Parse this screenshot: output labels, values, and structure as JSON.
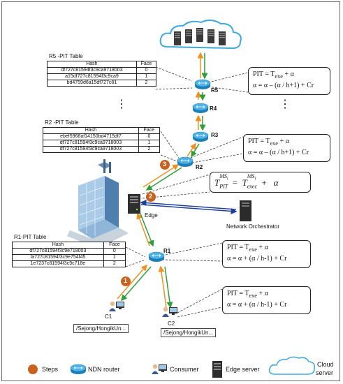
{
  "r5_table": {
    "title": "R5 -PIT Table",
    "headers": [
      "Hash",
      "Face"
    ],
    "rows": [
      [
        "df727c81594f3c9ca9718003",
        "0"
      ],
      [
        "a15df727c81594f3c9ca9",
        "1"
      ],
      [
        "bd4759d6a15df727c81",
        "2"
      ]
    ]
  },
  "r2_table": {
    "title": "R2 -PIT Table",
    "headers": [
      "Hash",
      "Face"
    ],
    "rows": [
      [
        "ebef5968af14150bd4715df7",
        "0"
      ],
      [
        "df727c81594f3c9ca9718003",
        "1"
      ],
      [
        "df727c81594f3c9ca9718003",
        "2"
      ]
    ]
  },
  "r1_table": {
    "title": "R1-PIT Table",
    "headers": [
      "Hash",
      "Face"
    ],
    "rows": [
      [
        "df727c81594f3c9e718003",
        "0"
      ],
      [
        "fa727c81594f3c9e754f45",
        "1"
      ],
      [
        "1e7237c81594f3c9c718e",
        "2"
      ]
    ]
  },
  "formulas": {
    "r5": {
      "line1": "PIT = T<sub>exe</sub> + α",
      "line2": "α = α – (α / h+1) + Cr"
    },
    "r2": {
      "line1": "PIT = T<sub>exe</sub> + α",
      "line2": "α = α – (α / h+1) + Cr"
    },
    "edge": {
      "lhs": "T",
      "lhs_sub": "PIT",
      "lhs_sup": "MS",
      "lhs_sup_sub": "i",
      "eq": "=",
      "rhs": "T",
      "rhs_sub": "exec",
      "rhs_sup": "MS",
      "rhs_sup_sub": "i",
      "plus": "+",
      "alpha": "α"
    },
    "r1": {
      "line1": "PIT = T<sub>exe</sub> + α",
      "line2": "α = α + (α / h-1) + Cr"
    },
    "c2": {
      "line1": "PIT = T<sub>exe</sub> + α",
      "line2": "α = α + (α / h-1) + Cr"
    }
  },
  "routers": {
    "r5": "R5",
    "r4": "R4",
    "r3": "R3",
    "r2": "R2",
    "r1": "R1"
  },
  "nodes": {
    "edge": "Edge",
    "orchestrator": "Network Orchestrator",
    "c1": "C1",
    "c2": "C2"
  },
  "paths": {
    "c1": "/Sejong/HongikUn...",
    "c2": "/Sejong/HongikUn..."
  },
  "steps": [
    "1",
    "2",
    "3"
  ],
  "dots": "⋮",
  "legend": {
    "steps": "Steps",
    "router": "NDN router",
    "consumer": "Consumer",
    "edge_server": "Edge server",
    "cloud_line1": "Cloud",
    "cloud_line2": "server"
  },
  "colors": {
    "green": "#2e9e3a",
    "orange": "#f0901e",
    "blue": "#1f3f9e",
    "router": "#2a9ad6",
    "step": "#c8621e"
  }
}
